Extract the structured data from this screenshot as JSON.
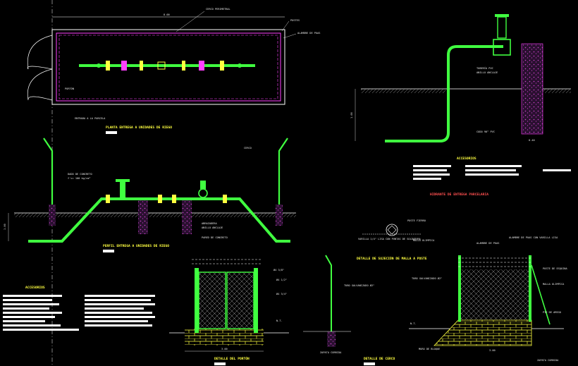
{
  "title_plan": "PLANTA ENTREGA A UNIDADES DE RIEGO",
  "title_profile": "PERFIL ENTREGA A UNIDADES DE RIEGO",
  "title_accesorios_top": "ACCESORIOS",
  "title_hydrant": "HIDRANTE DE ENTREGA PARCELARIA",
  "title_accesorios_bottom": "ACCESORIOS",
  "title_gate": "DETALLE DEL PORTÓN",
  "title_mesh": "DETALLE DE SUJECIÓN DE MALLA A POSTE",
  "title_fence": "DETALLE DE CERCO",
  "plan": {
    "lbl_cerco": "CERCO PERIMETRAL",
    "lbl_postes": "POSTES",
    "lbl_alambre": "ALAMBRE DE PUAS",
    "lbl_porton": "PORTÓN",
    "lbl_parcela": "ENTRADA A LA PARCELA",
    "dim": "8.00"
  },
  "profile": {
    "lbl_dado": "DADO DE CONCRETO",
    "lbl_fc": "f'c= 100 kg/cm²",
    "lbl_cerco": "CERCO",
    "lbl_abraz": "ABRAZADERA",
    "lbl_anillo": "ANILLO ANCLAJE",
    "lbl_pared": "PARED DE CONCRETO",
    "dim": "1.00"
  },
  "hydrant": {
    "lbl_tubo": "TUBERÍA PVC",
    "lbl_anillo": "ANILLO ANCLAJE",
    "lbl_codo": "CODO 90° PVC",
    "dim_a": "1.00",
    "dim_b": "0.40"
  },
  "mesh": {
    "lbl_poste": "POSTE FIERRO",
    "lbl_varilla": "VARILLA 1/4\" LISA CON PUNTAS DE SOLDADURA",
    "lbl_malla": "MALLA OLIMPICA"
  },
  "gate": {
    "lbl_a": "Ø4 3/8\"",
    "lbl_b": "Ø4 1/2\"",
    "lbl_c": "Ø4 3/4\"",
    "lbl_nt": "N.T.",
    "lbl_zapata": "ZAPATA CORRIDA",
    "dim": "3.00"
  },
  "fence": {
    "lbl_tubo": "TUBO GALVANIZADO Ø2\"",
    "lbl_puas": "ALAMBRE DE PUAS",
    "lbl_sujecion": "ALAMBRE DE PUAS CON VARILLA LISA",
    "lbl_poste": "POSTE DE ESQUINA",
    "lbl_malla": "MALLA OLIMPICA",
    "lbl_nt": "N.T.",
    "lbl_muro": "MURO DE BLOQUE",
    "lbl_zapata": "ZAPATA CORRIDA",
    "lbl_pie": "PIE DE AMIGO",
    "dim": "3.00"
  }
}
